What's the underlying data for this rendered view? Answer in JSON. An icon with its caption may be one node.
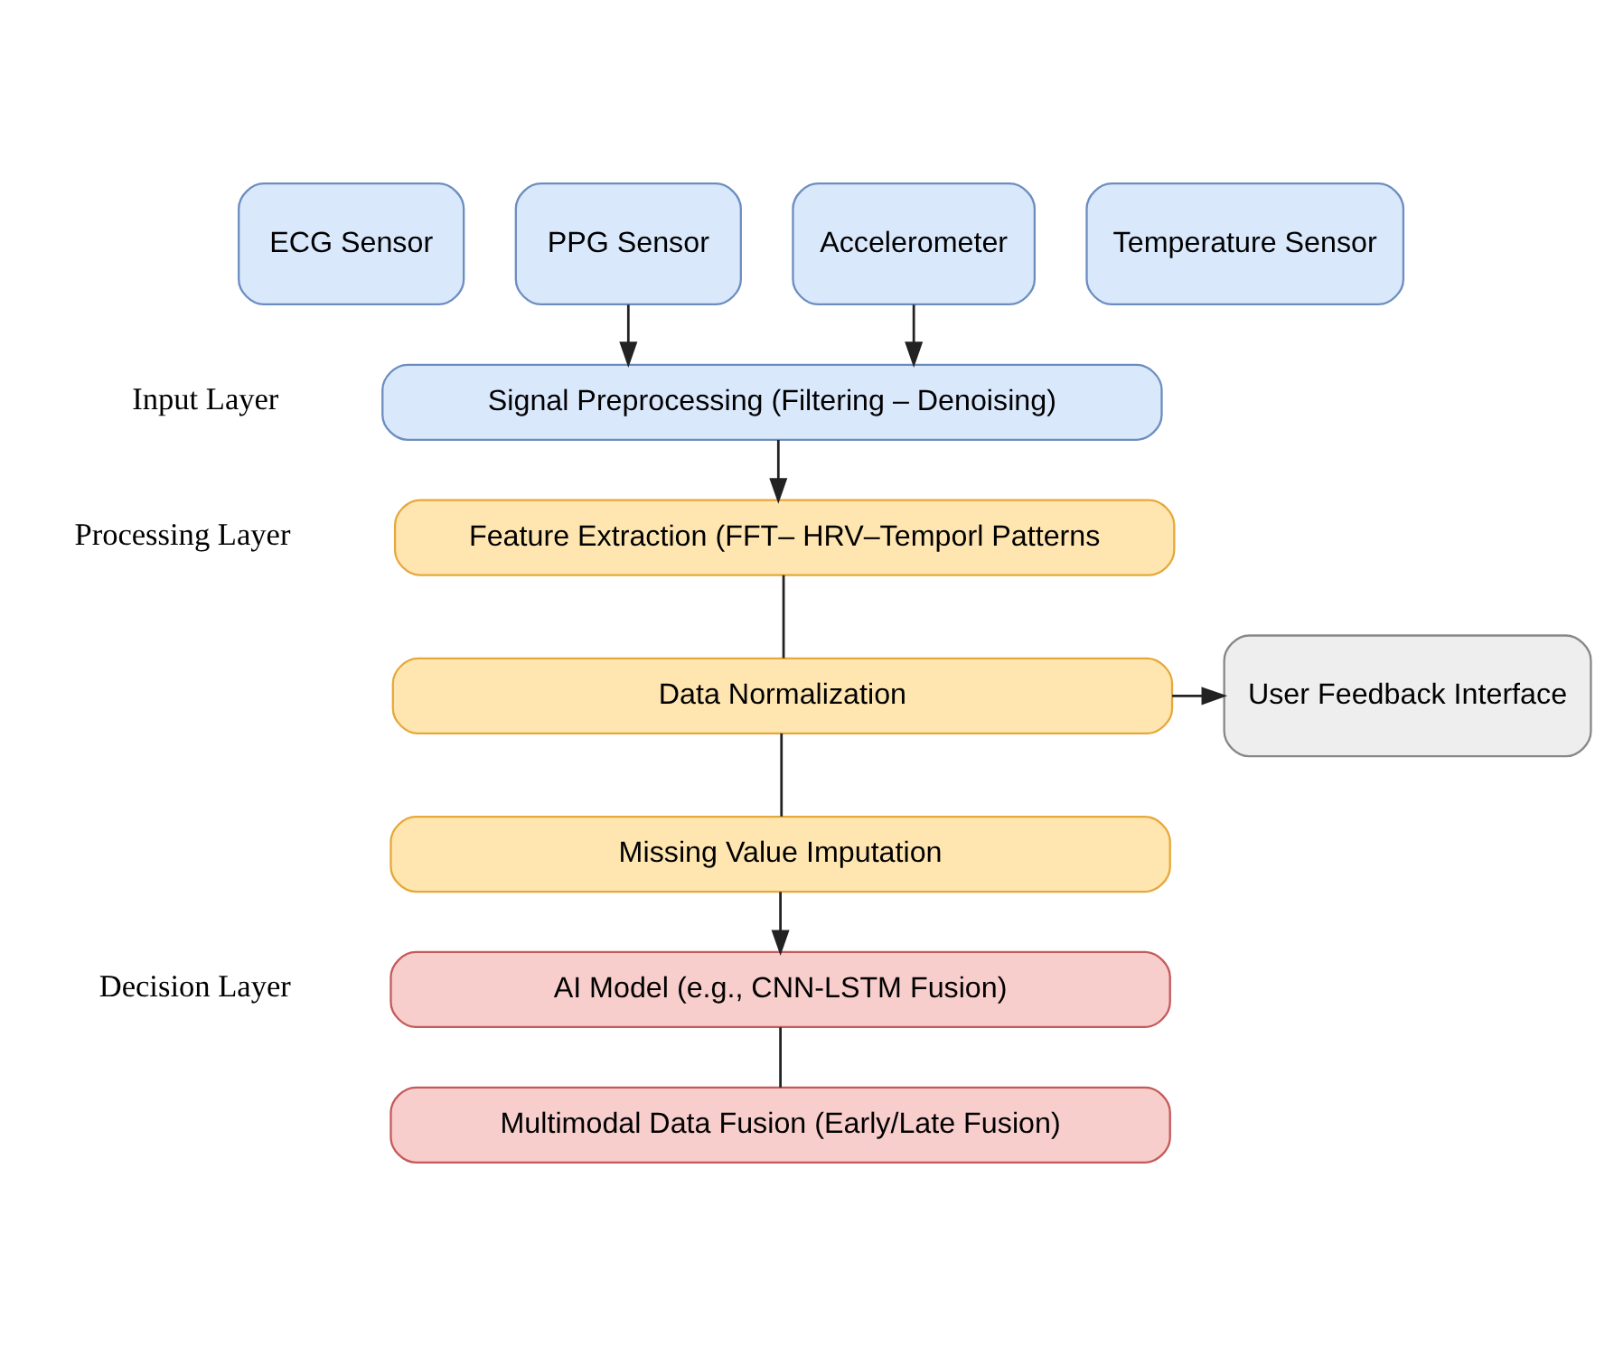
{
  "diagram": {
    "nodes": [
      {
        "text": [
          "ECG Sensor"
        ]
      },
      {
        "text": [
          "PPG Sensor"
        ]
      },
      {
        "text": [
          "Accelerometer"
        ]
      },
      {
        "text": [
          "Temperature Sensor"
        ]
      },
      {
        "text": [
          "Signal Preprocessing (Filtering – Denoising)"
        ]
      },
      {
        "text": [
          "Feature Extraction (FFT– HRV–Temporl Patterns"
        ]
      },
      {
        "text": [
          "Data Normalization"
        ]
      },
      {
        "text": [
          "User Feedback Interface"
        ]
      },
      {
        "text": [
          "Missing Value Imputation"
        ]
      },
      {
        "text": [
          "AI Model (e.g., CNN-LSTM Fusion)"
        ]
      },
      {
        "text": [
          "Multimodal Data Fusion (Early/Late Fusion)"
        ]
      }
    ],
    "edges": [
      {
        "from": 1,
        "to": 4,
        "arrow": "to"
      },
      {
        "from": 2,
        "to": 4,
        "arrow": "to"
      },
      {
        "from": 4,
        "to": 5,
        "arrow": "to"
      },
      {
        "from": 5,
        "to": 6,
        "arrow": "none"
      },
      {
        "from": 6,
        "to": 8,
        "arrow": "none"
      },
      {
        "from": 6,
        "to": 7,
        "arrow": "to"
      },
      {
        "from": 8,
        "to": 9,
        "arrow": "to"
      },
      {
        "from": 9,
        "to": 10,
        "arrow": "none"
      }
    ],
    "labels": [
      "Input Layer",
      "Processing Layer",
      "Decision Layer"
    ]
  }
}
